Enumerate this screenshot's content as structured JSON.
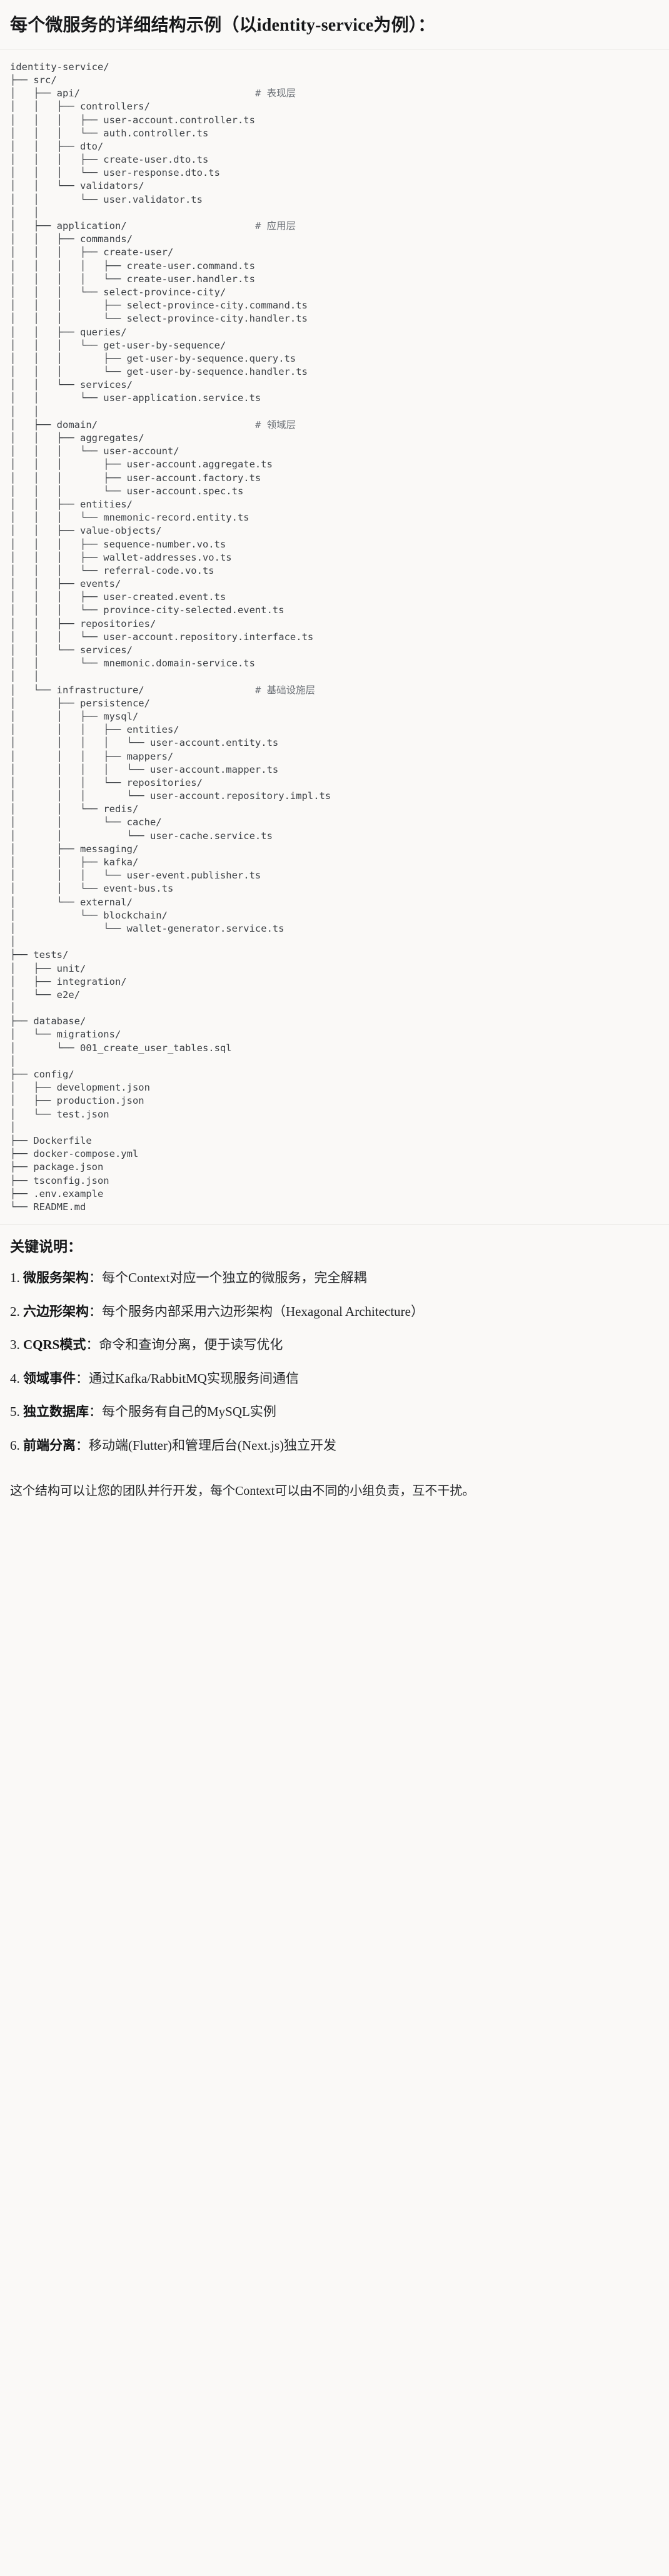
{
  "header": {
    "title": "每个微服务的详细结构示例（以identity-service为例）："
  },
  "code_block": {
    "language": "text",
    "lines": [
      {
        "path": "identity-service/",
        "comment": ""
      },
      {
        "path": "├── src/",
        "comment": ""
      },
      {
        "path": "│   ├── api/",
        "comment": "# 表现层"
      },
      {
        "path": "│   │   ├── controllers/",
        "comment": ""
      },
      {
        "path": "│   │   │   ├── user-account.controller.ts",
        "comment": ""
      },
      {
        "path": "│   │   │   └── auth.controller.ts",
        "comment": ""
      },
      {
        "path": "│   │   ├── dto/",
        "comment": ""
      },
      {
        "path": "│   │   │   ├── create-user.dto.ts",
        "comment": ""
      },
      {
        "path": "│   │   │   └── user-response.dto.ts",
        "comment": ""
      },
      {
        "path": "│   │   └── validators/",
        "comment": ""
      },
      {
        "path": "│   │       └── user.validator.ts",
        "comment": ""
      },
      {
        "path": "│   │",
        "comment": ""
      },
      {
        "path": "│   ├── application/",
        "comment": "# 应用层"
      },
      {
        "path": "│   │   ├── commands/",
        "comment": ""
      },
      {
        "path": "│   │   │   ├── create-user/",
        "comment": ""
      },
      {
        "path": "│   │   │   │   ├── create-user.command.ts",
        "comment": ""
      },
      {
        "path": "│   │   │   │   └── create-user.handler.ts",
        "comment": ""
      },
      {
        "path": "│   │   │   └── select-province-city/",
        "comment": ""
      },
      {
        "path": "│   │   │       ├── select-province-city.command.ts",
        "comment": ""
      },
      {
        "path": "│   │   │       └── select-province-city.handler.ts",
        "comment": ""
      },
      {
        "path": "│   │   ├── queries/",
        "comment": ""
      },
      {
        "path": "│   │   │   └── get-user-by-sequence/",
        "comment": ""
      },
      {
        "path": "│   │   │       ├── get-user-by-sequence.query.ts",
        "comment": ""
      },
      {
        "path": "│   │   │       └── get-user-by-sequence.handler.ts",
        "comment": ""
      },
      {
        "path": "│   │   └── services/",
        "comment": ""
      },
      {
        "path": "│   │       └── user-application.service.ts",
        "comment": ""
      },
      {
        "path": "│   │",
        "comment": ""
      },
      {
        "path": "│   ├── domain/",
        "comment": "# 领域层"
      },
      {
        "path": "│   │   ├── aggregates/",
        "comment": ""
      },
      {
        "path": "│   │   │   └── user-account/",
        "comment": ""
      },
      {
        "path": "│   │   │       ├── user-account.aggregate.ts",
        "comment": ""
      },
      {
        "path": "│   │   │       ├── user-account.factory.ts",
        "comment": ""
      },
      {
        "path": "│   │   │       └── user-account.spec.ts",
        "comment": ""
      },
      {
        "path": "│   │   ├── entities/",
        "comment": ""
      },
      {
        "path": "│   │   │   └── mnemonic-record.entity.ts",
        "comment": ""
      },
      {
        "path": "│   │   ├── value-objects/",
        "comment": ""
      },
      {
        "path": "│   │   │   ├── sequence-number.vo.ts",
        "comment": ""
      },
      {
        "path": "│   │   │   ├── wallet-addresses.vo.ts",
        "comment": ""
      },
      {
        "path": "│   │   │   └── referral-code.vo.ts",
        "comment": ""
      },
      {
        "path": "│   │   ├── events/",
        "comment": ""
      },
      {
        "path": "│   │   │   ├── user-created.event.ts",
        "comment": ""
      },
      {
        "path": "│   │   │   └── province-city-selected.event.ts",
        "comment": ""
      },
      {
        "path": "│   │   ├── repositories/",
        "comment": ""
      },
      {
        "path": "│   │   │   └── user-account.repository.interface.ts",
        "comment": ""
      },
      {
        "path": "│   │   └── services/",
        "comment": ""
      },
      {
        "path": "│   │       └── mnemonic.domain-service.ts",
        "comment": ""
      },
      {
        "path": "│   │",
        "comment": ""
      },
      {
        "path": "│   └── infrastructure/",
        "comment": "# 基础设施层"
      },
      {
        "path": "│       ├── persistence/",
        "comment": ""
      },
      {
        "path": "│       │   ├── mysql/",
        "comment": ""
      },
      {
        "path": "│       │   │   ├── entities/",
        "comment": ""
      },
      {
        "path": "│       │   │   │   └── user-account.entity.ts",
        "comment": ""
      },
      {
        "path": "│       │   │   ├── mappers/",
        "comment": ""
      },
      {
        "path": "│       │   │   │   └── user-account.mapper.ts",
        "comment": ""
      },
      {
        "path": "│       │   │   └── repositories/",
        "comment": ""
      },
      {
        "path": "│       │   │       └── user-account.repository.impl.ts",
        "comment": ""
      },
      {
        "path": "│       │   └── redis/",
        "comment": ""
      },
      {
        "path": "│       │       └── cache/",
        "comment": ""
      },
      {
        "path": "│       │           └── user-cache.service.ts",
        "comment": ""
      },
      {
        "path": "│       ├── messaging/",
        "comment": ""
      },
      {
        "path": "│       │   ├── kafka/",
        "comment": ""
      },
      {
        "path": "│       │   │   └── user-event.publisher.ts",
        "comment": ""
      },
      {
        "path": "│       │   └── event-bus.ts",
        "comment": ""
      },
      {
        "path": "│       └── external/",
        "comment": ""
      },
      {
        "path": "│           └── blockchain/",
        "comment": ""
      },
      {
        "path": "│               └── wallet-generator.service.ts",
        "comment": ""
      },
      {
        "path": "│",
        "comment": ""
      },
      {
        "path": "├── tests/",
        "comment": ""
      },
      {
        "path": "│   ├── unit/",
        "comment": ""
      },
      {
        "path": "│   ├── integration/",
        "comment": ""
      },
      {
        "path": "│   └── e2e/",
        "comment": ""
      },
      {
        "path": "│",
        "comment": ""
      },
      {
        "path": "├── database/",
        "comment": ""
      },
      {
        "path": "│   └── migrations/",
        "comment": ""
      },
      {
        "path": "│       └── 001_create_user_tables.sql",
        "comment": ""
      },
      {
        "path": "│",
        "comment": ""
      },
      {
        "path": "├── config/",
        "comment": ""
      },
      {
        "path": "│   ├── development.json",
        "comment": ""
      },
      {
        "path": "│   ├── production.json",
        "comment": ""
      },
      {
        "path": "│   └── test.json",
        "comment": ""
      },
      {
        "path": "│",
        "comment": ""
      },
      {
        "path": "├── Dockerfile",
        "comment": ""
      },
      {
        "path": "├── docker-compose.yml",
        "comment": ""
      },
      {
        "path": "├── package.json",
        "comment": ""
      },
      {
        "path": "├── tsconfig.json",
        "comment": ""
      },
      {
        "path": "├── .env.example",
        "comment": ""
      },
      {
        "path": "└── README.md",
        "comment": ""
      }
    ]
  },
  "keys": {
    "title": "关键说明：",
    "items": [
      {
        "num": "1.",
        "term": "微服务架构",
        "sep": "：",
        "desc": "每个Context对应一个独立的微服务，完全解耦"
      },
      {
        "num": "2.",
        "term": "六边形架构",
        "sep": "：",
        "desc": "每个服务内部采用六边形架构（Hexagonal Architecture）"
      },
      {
        "num": "3.",
        "term": "CQRS模式",
        "sep": "：",
        "desc": "命令和查询分离，便于读写优化"
      },
      {
        "num": "4.",
        "term": "领域事件",
        "sep": "：",
        "desc": "通过Kafka/RabbitMQ实现服务间通信"
      },
      {
        "num": "5.",
        "term": "独立数据库",
        "sep": "：",
        "desc": "每个服务有自己的MySQL实例"
      },
      {
        "num": "6.",
        "term": "前端分离",
        "sep": "：",
        "desc": "移动端(Flutter)和管理后台(Next.js)独立开发"
      }
    ],
    "footnote": "这个结构可以让您的团队并行开发，每个Context可以由不同的小组负责，互不干扰。"
  },
  "colors": {
    "background": "#faf9f7",
    "text": "#1f2023",
    "code_text": "#3b3f44",
    "comment_text": "#6c7177",
    "divider": "#e6e4e0"
  }
}
